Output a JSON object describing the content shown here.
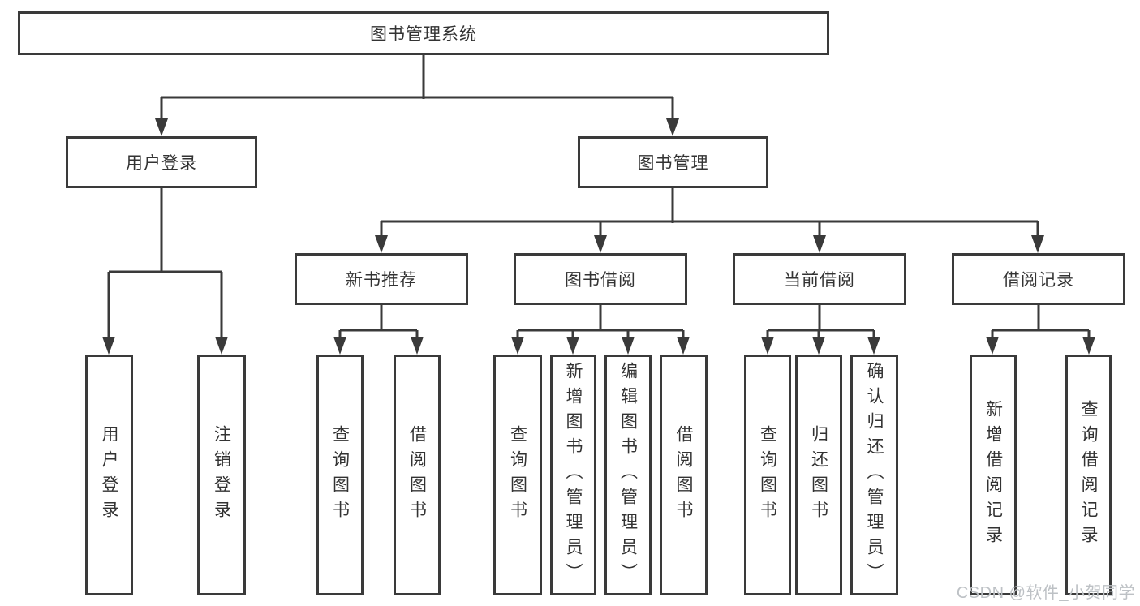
{
  "tree": {
    "root": {
      "label": "图书管理系统"
    },
    "children": [
      {
        "label": "用户登录",
        "children": [
          {
            "label": "用户登录"
          },
          {
            "label": "注销登录"
          }
        ]
      },
      {
        "label": "图书管理",
        "children": [
          {
            "label": "新书推荐",
            "children": [
              {
                "label": "查询图书"
              },
              {
                "label": "借阅图书"
              }
            ]
          },
          {
            "label": "图书借阅",
            "children": [
              {
                "label": "查询图书"
              },
              {
                "label": "新增图书（管理员）"
              },
              {
                "label": "编辑图书（管理员）"
              },
              {
                "label": "借阅图书"
              }
            ]
          },
          {
            "label": "当前借阅",
            "children": [
              {
                "label": "查询图书"
              },
              {
                "label": "归还图书"
              },
              {
                "label": "确认归还（管理员）"
              }
            ]
          },
          {
            "label": "借阅记录",
            "children": [
              {
                "label": "新增借阅记录"
              },
              {
                "label": "查询借阅记录"
              }
            ]
          }
        ]
      }
    ]
  },
  "watermark": {
    "text": "CSDN @软件_小贺同学"
  },
  "colors": {
    "line": "#3a3a3a",
    "box_border": "#3a3a3a",
    "text": "#333333",
    "watermark": "#bdc1c5",
    "background": "#ffffff"
  }
}
